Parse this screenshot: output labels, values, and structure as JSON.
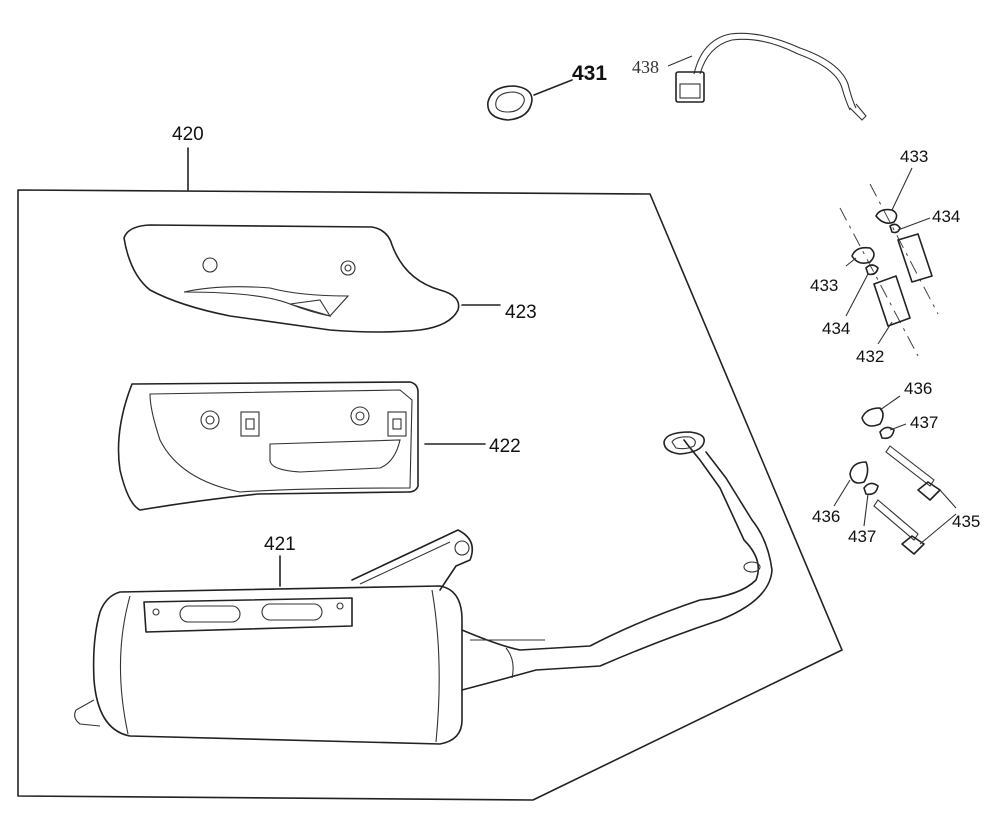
{
  "callouts": {
    "c420": "420",
    "c421": "421",
    "c422": "422",
    "c423": "423",
    "c431": "431",
    "c432": "432",
    "c433a": "433",
    "c433b": "433",
    "c434a": "434",
    "c434b": "434",
    "c435": "435",
    "c436a": "436",
    "c436b": "436",
    "c437a": "437",
    "c437b": "437",
    "c438": "438"
  }
}
